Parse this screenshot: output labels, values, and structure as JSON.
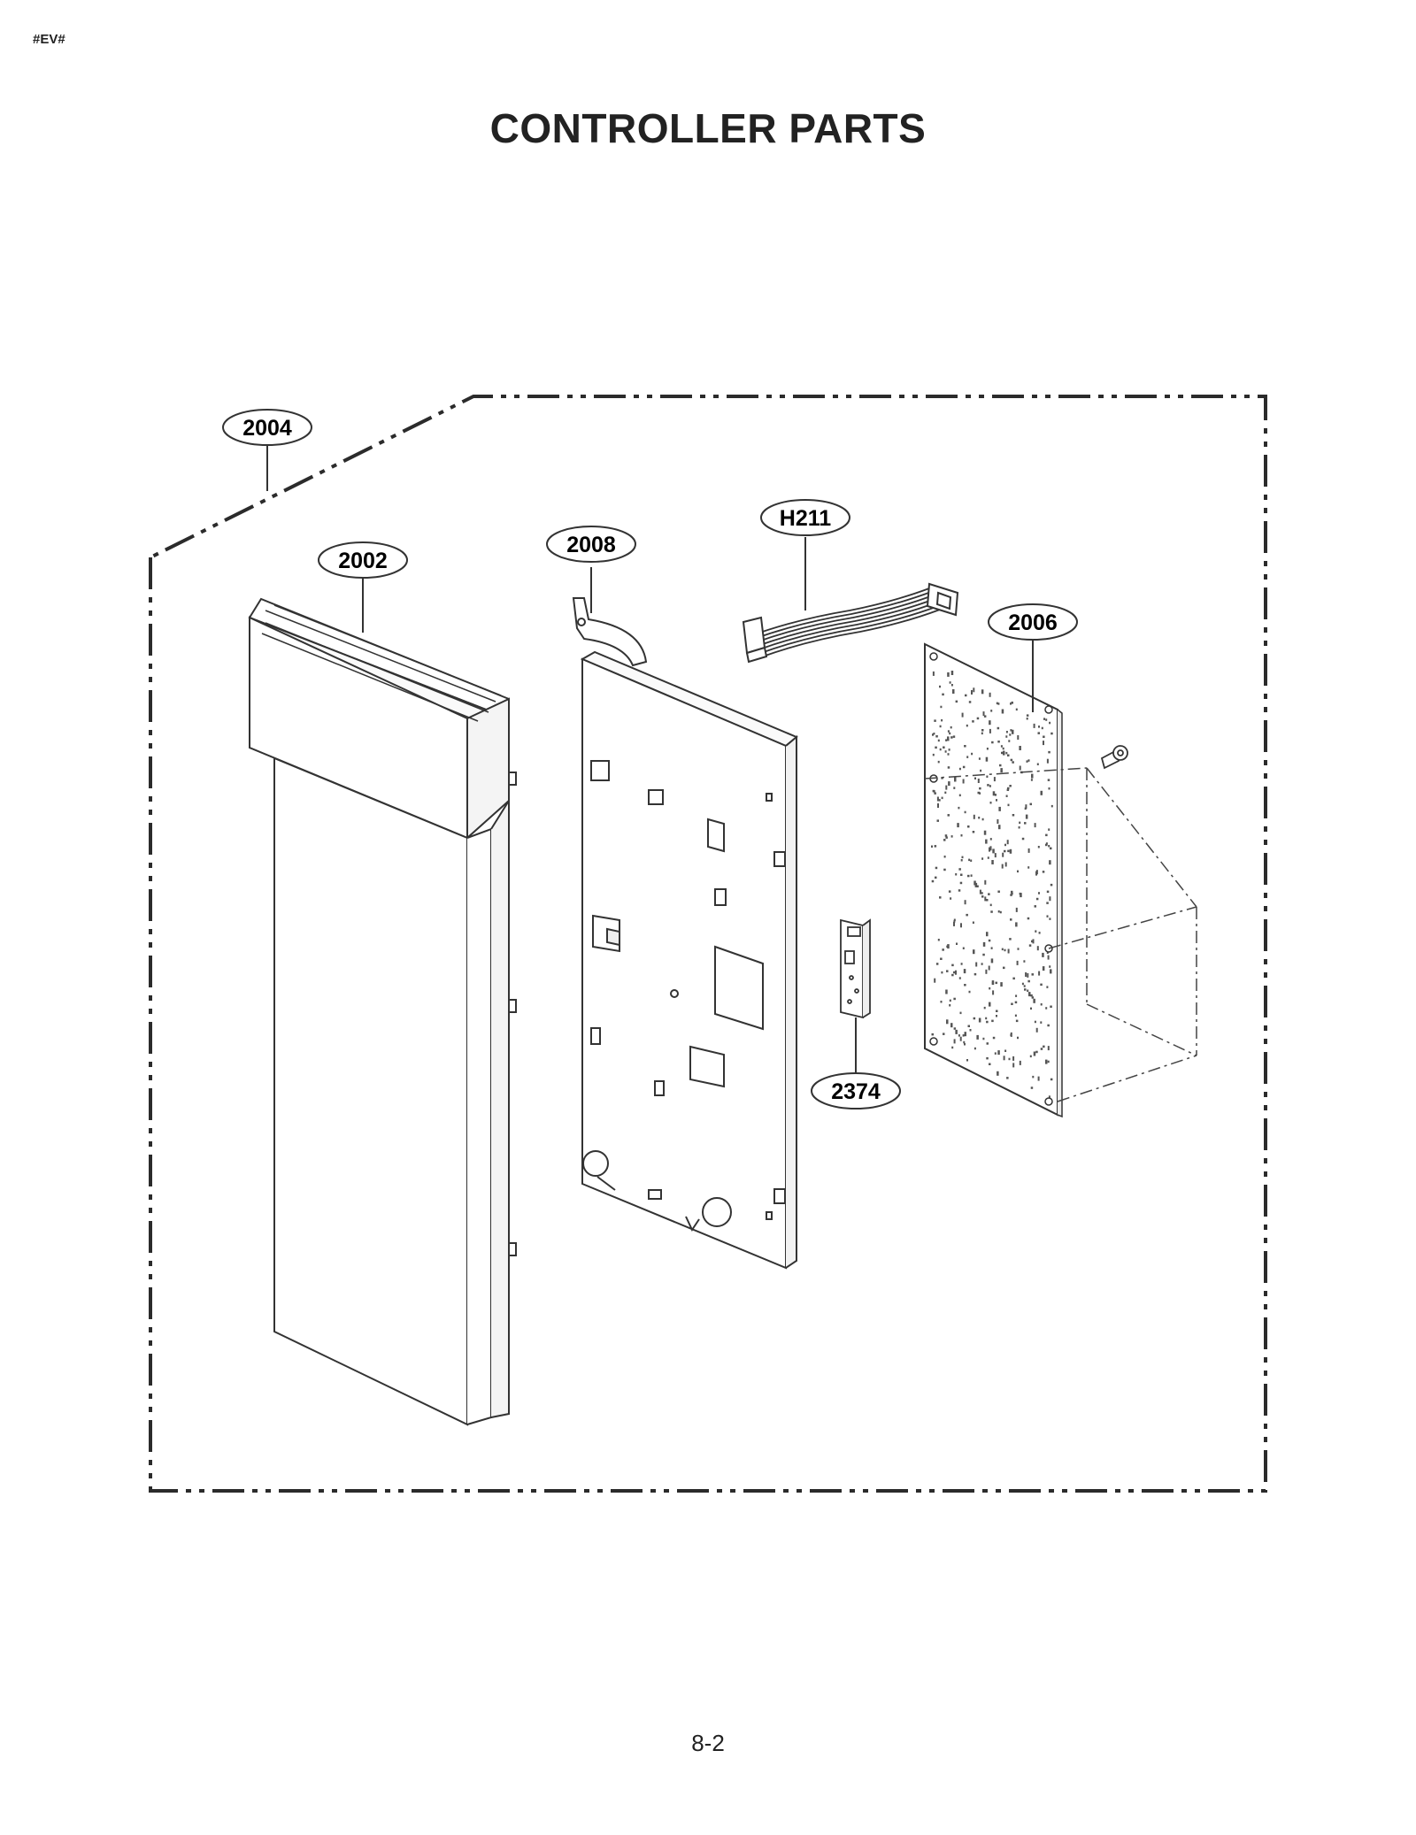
{
  "header": {
    "model_code": "#EV#",
    "title": "CONTROLLER PARTS"
  },
  "footer": {
    "page_number": "8-2"
  },
  "callouts": {
    "c2004": "2004",
    "c2002": "2002",
    "c2008": "2008",
    "cH211": "H211",
    "c2006": "2006",
    "c2374": "2374"
  },
  "colors": {
    "line": "#2b2b2b",
    "stroke": "#333333",
    "background": "#ffffff"
  }
}
